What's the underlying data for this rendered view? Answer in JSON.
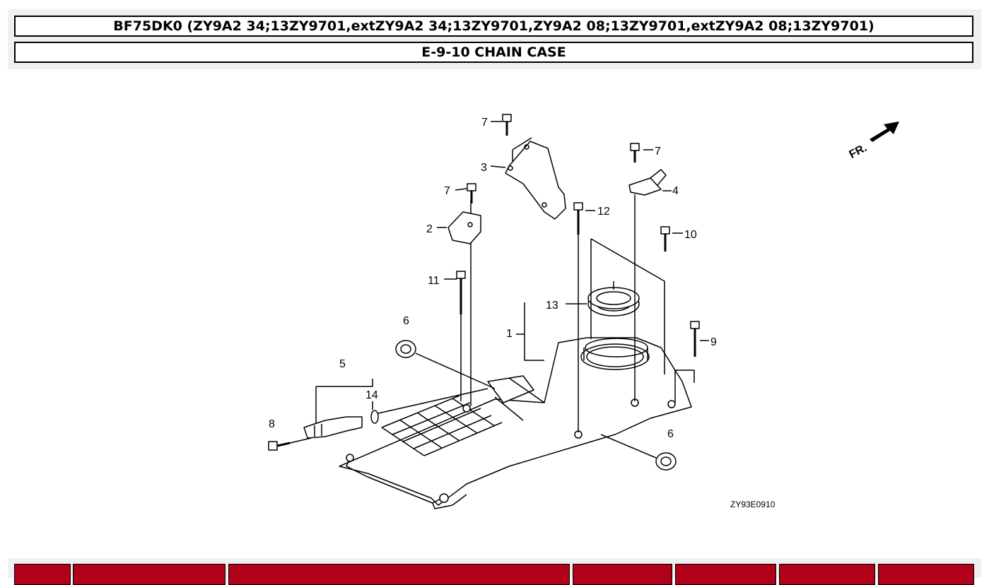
{
  "header": {
    "model_line": "BF75DK0 (ZY9A2 34;13ZY9701,extZY9A2 34;13ZY9701,ZY9A2 08;13ZY9701,extZY9A2 08;13ZY9701)",
    "section_title": "E-9-10 CHAIN CASE"
  },
  "diagram": {
    "code": "ZY93E0910",
    "front_marker": "FR.",
    "callouts": {
      "c1": "1",
      "c2": "2",
      "c3": "3",
      "c4": "4",
      "c5": "5",
      "c6a": "6",
      "c6b": "6",
      "c7a": "7",
      "c7b": "7",
      "c7c": "7",
      "c8": "8",
      "c9": "9",
      "c10": "10",
      "c11": "11",
      "c12": "12",
      "c13": "13",
      "c14": "14"
    }
  },
  "colors": {
    "table_header": "#b0001a"
  }
}
